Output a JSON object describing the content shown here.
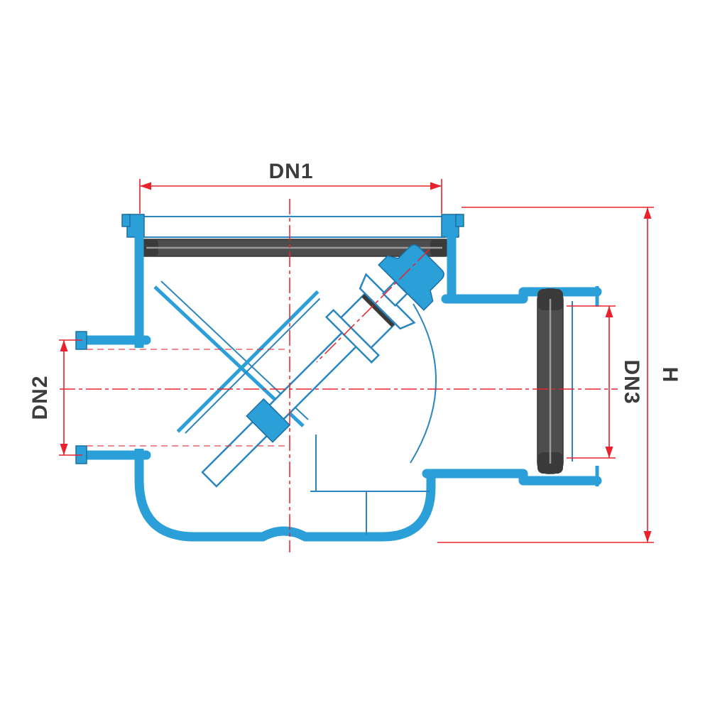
{
  "diagram": {
    "description": "Cross-section technical drawing of a backflow-preventer drain valve with flap",
    "labels": {
      "dn1": "DN1",
      "dn2": "DN2",
      "dn3": "DN3",
      "h": "H"
    }
  },
  "colors": {
    "body_fill": "#2b9fd8",
    "body_edge": "#2b86bf",
    "body_edge_dark": "#1d6fa3",
    "gasket": "#4d4d4d",
    "gasket_dark": "#3a3a3a",
    "gasket_highlight": "#9a9a9a",
    "dimension_red": "#e8232d",
    "label_text": "#3c3c3b",
    "background": "#ffffff"
  }
}
